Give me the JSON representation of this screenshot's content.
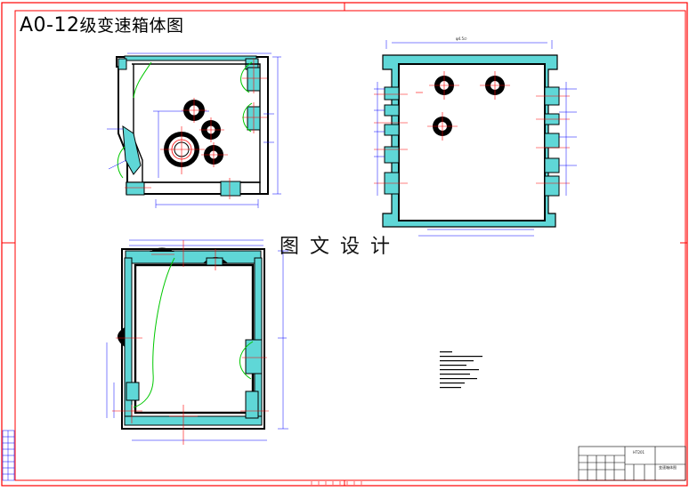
{
  "drawing": {
    "title_latin": "A0-12",
    "title_cjk": "级变速箱体图",
    "watermark": "图文设计",
    "dimension_label": "φ4.5∅",
    "title_block": {
      "name": "HT201",
      "label": "变速箱体图"
    },
    "colors": {
      "frame": "#ff0000",
      "outline": "#0000ff",
      "section": "#000000",
      "fill": "#5fd7d7",
      "centerline": "#ff0000",
      "breakline": "#00c800"
    },
    "icons": [
      "border-frame",
      "section-view",
      "gear-bore",
      "break-line",
      "title-block"
    ]
  }
}
